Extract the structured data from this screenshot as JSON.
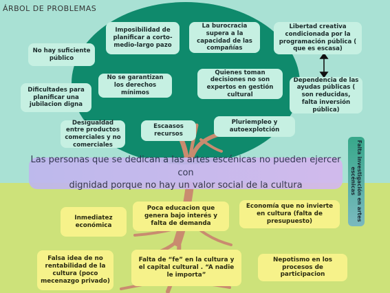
{
  "title": "ÁRBOL DE PROBLEMAS",
  "problem": {
    "line1": "Las personas que se dedican a las artes escénicas no pueden ejercer con",
    "line2": "dignidad porque no hay un valor social de la cultura"
  },
  "side_label": "Falta investigación en artes escénicas",
  "effects": [
    "No hay suficiente público",
    "Imposibilidad de planificar a corto-medio-largo pazo",
    "La burocracia supera a la capacidad de las compañías",
    "Libertad creativa condicionada por la programación pública ( que es escasa)",
    "Dificultades para planificar una jubilacion digna",
    "No se garantizan los derechos mínimos",
    "Quienes toman decisiones no son expertos en gestión cultural",
    "Dependencia de las ayudas públicas ( son reducidas, falta inversión pública)",
    "Desigualdad entre productos comerciales y no comerciales",
    "Escaasos recursos",
    "Pluriempleo y autoexplotción"
  ],
  "causes": [
    "Inmediatez económica",
    "Poca educacion que genera bajo interés y falta de demanda",
    "Economía que no invierte en cultura (falta de presupuesto)",
    "Falsa idea de no rentabilidad de la cultura (poco mecenazgo privado)",
    "Falta de “fe” en la cultura y el capital cultural . “A nadie le importa”",
    "Nepotismo en los procesos de participacion"
  ],
  "colors": {
    "sky": "#a9e1d4",
    "ground": "#cde27a",
    "canopy": "#0f8a6c",
    "trunk": "#c98b6f",
    "effect_card": "#c6f0e2",
    "cause_card": "#f6f28a",
    "problem_bar": "#c9b7ee"
  }
}
